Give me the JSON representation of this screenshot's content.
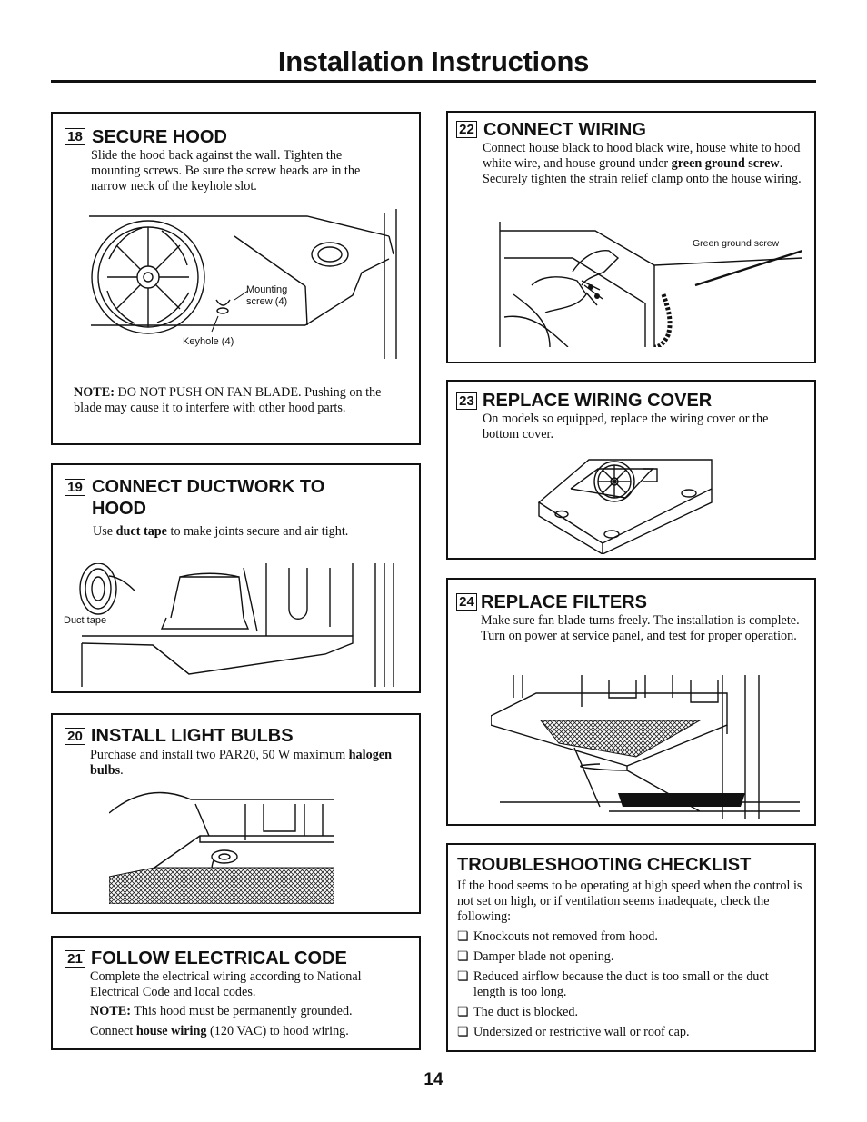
{
  "page": {
    "title": "Installation Instructions",
    "page_number": "14"
  },
  "steps": {
    "s18": {
      "number": "18",
      "title": "SECURE HOOD",
      "text": "Slide the hood back against the wall. Tighten the mounting screws. Be sure the screw heads are in the narrow neck of the keyhole slot.",
      "caption_mounting": "Mounting screw (4)",
      "caption_keyhole": "Keyhole (4)",
      "note_label": "NOTE:",
      "note_text": " DO NOT PUSH ON FAN BLADE. Pushing on the blade may cause it to interfere with other hood parts."
    },
    "s19": {
      "number": "19",
      "title": "CONNECT DUCTWORK TO HOOD",
      "text_pre": "Use ",
      "text_bold": "duct tape",
      "text_post": " to make joints secure and air tight.",
      "caption_tape": "Duct tape"
    },
    "s20": {
      "number": "20",
      "title": "INSTALL LIGHT BULBS",
      "text_pre": "Purchase and install two PAR20, 50 W maximum ",
      "text_bold": "halogen bulbs",
      "text_post": "."
    },
    "s21": {
      "number": "21",
      "title": "FOLLOW ELECTRICAL CODE",
      "text": "Complete the electrical wiring according to National Electrical Code and local codes.",
      "note_label": "NOTE:",
      "note_text": " This hood must be permanently grounded.",
      "connect_pre": "Connect ",
      "connect_bold": "house wiring",
      "connect_post": " (120 VAC) to hood wiring."
    },
    "s22": {
      "number": "22",
      "title": "CONNECT WIRING",
      "text_pre": "Connect house black to hood black wire, house white to hood white wire, and house ground under ",
      "text_bold": "green ground screw",
      "text_post": ". Securely tighten the strain relief clamp onto the house wiring.",
      "caption_ground": "Green ground screw"
    },
    "s23": {
      "number": "23",
      "title": "REPLACE WIRING COVER",
      "text": "On models so equipped, replace the wiring cover or the bottom cover."
    },
    "s24": {
      "number": "24",
      "title": "REPLACE FILTERS",
      "text": "Make sure fan blade turns freely. The installation is complete. Turn on power at service panel, and test for proper operation."
    }
  },
  "troubleshooting": {
    "title": "TROUBLESHOOTING CHECKLIST",
    "intro": "If the hood seems to be operating at high speed when the control is not set on high, or if ventilation seems inadequate, check the following:",
    "checkbox_glyph": "❏",
    "items": [
      "Knockouts not removed from hood.",
      "Damper blade not opening.",
      "Reduced airflow because the duct is too small or the duct length is too long.",
      "The duct is blocked.",
      "Undersized or restrictive wall or roof cap."
    ]
  }
}
